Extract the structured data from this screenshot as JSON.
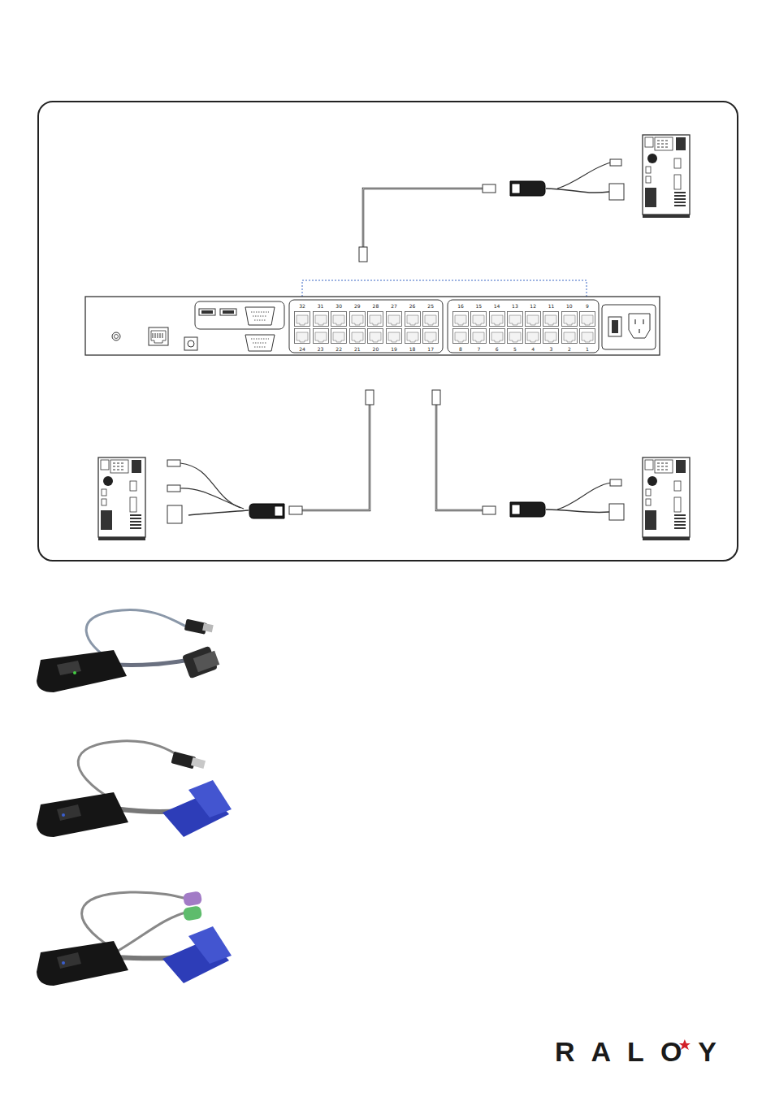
{
  "diagram": {
    "labels": [
      "32",
      "31",
      "30",
      "29",
      "28",
      "27",
      "26",
      "25",
      "16",
      "15",
      "14",
      "13",
      "12",
      "11",
      "10",
      "9",
      "24",
      "23",
      "22",
      "21",
      "20",
      "19",
      "18",
      "17",
      "8",
      "7",
      "6",
      "5",
      "4",
      "3",
      "2",
      "1",
      "RALOY"
    ]
  }
}
